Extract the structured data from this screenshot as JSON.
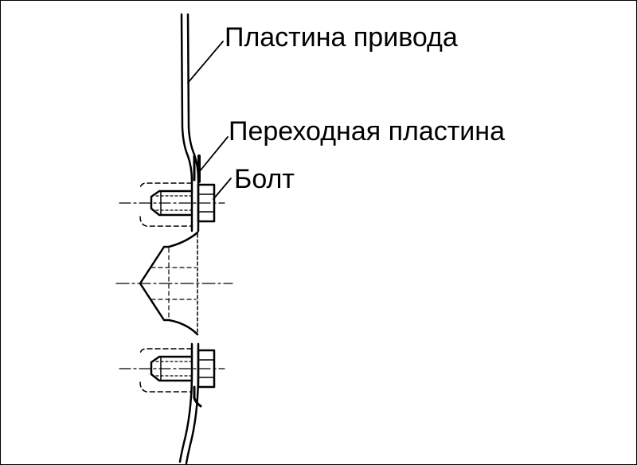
{
  "labels": {
    "drive_plate": "Пластина привода",
    "adapter_plate": "Переходная пластина",
    "bolt": "Болт"
  },
  "colors": {
    "ink": "#000000",
    "background": "#ffffff"
  }
}
